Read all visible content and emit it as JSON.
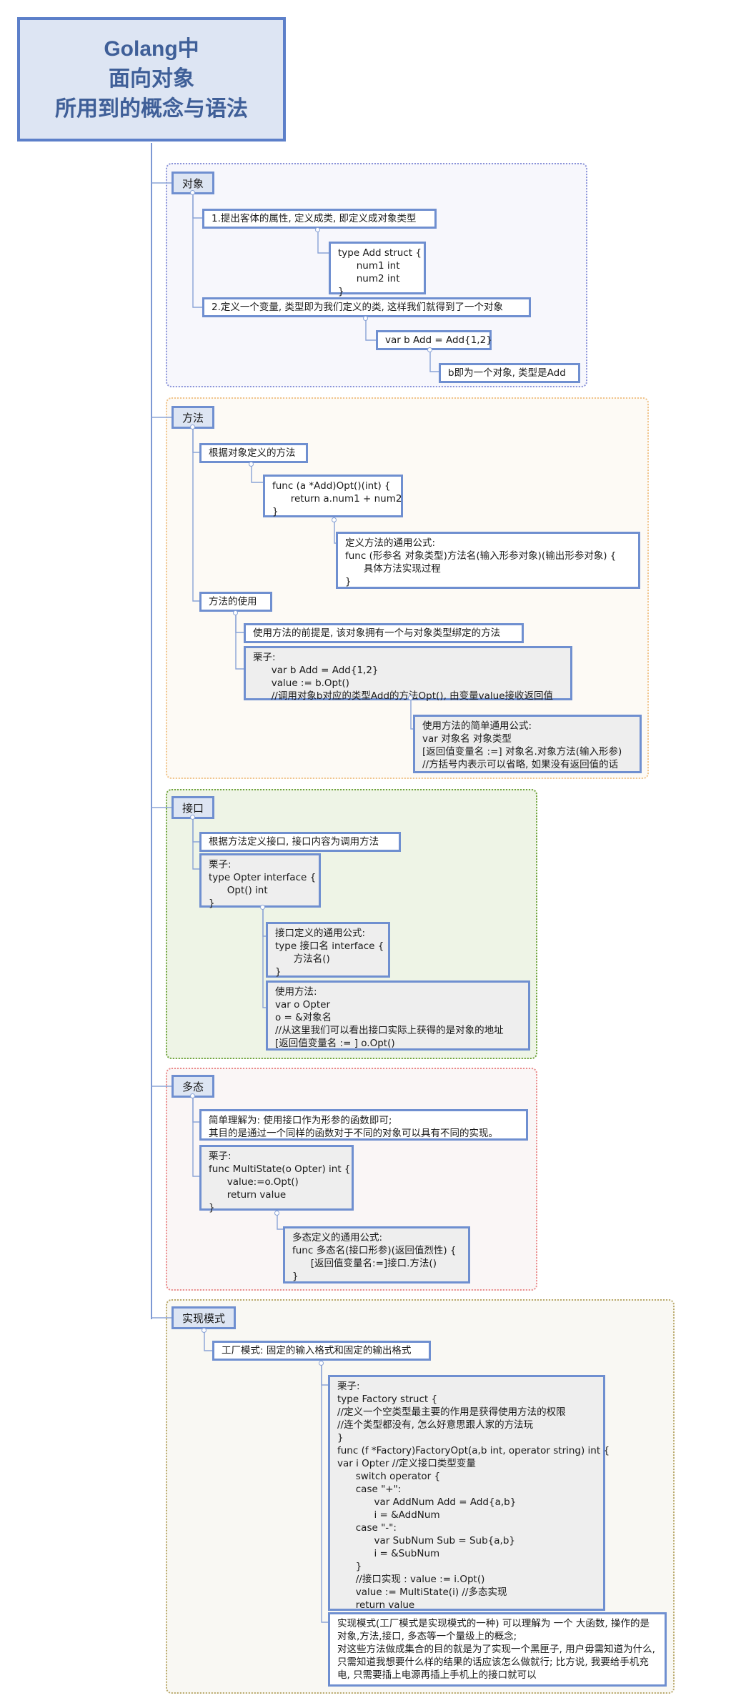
{
  "title": {
    "line1": "Golang中",
    "line2": "面向对象",
    "line3": "所用到的概念与语法"
  },
  "colors": {
    "object_group": "#f7f7fc",
    "object_border": "#8a93d9",
    "method_group": "#fdfaf5",
    "method_border": "#f0c38a",
    "interface_group": "#eef4e6",
    "interface_border": "#6fa33b",
    "poly_group": "#faf6f6",
    "poly_border": "#ea8a8a",
    "impl_group": "#f9f8f3",
    "impl_border": "#b9a86a",
    "node_border": "#6f8fd0",
    "title_text": "#3f5f98"
  },
  "sections": {
    "object": {
      "label": "对象",
      "n1": "1.提出客体的属性, 定义成类, 即定义成对象类型",
      "n2": "type Add struct {\n      num1 int\n      num2 int\n}",
      "n3": "2.定义一个变量, 类型即为我们定义的类, 这样我们就得到了一个对象",
      "n4": "var b Add = Add{1,2}",
      "n5": "b即为一个对象, 类型是Add"
    },
    "method": {
      "label": "方法",
      "n1": "根据对象定义的方法",
      "n2": "func (a *Add)Opt()(int) {\n      return a.num1 + num2\n}",
      "n3": "定义方法的通用公式:\nfunc (形参名 对象类型)方法名(输入形参对象)(输出形参对象) {\n      具体方法实现过程\n}",
      "n4": "方法的使用",
      "n5": "使用方法的前提是, 该对象拥有一个与对象类型绑定的方法",
      "n6": "栗子:\n      var b Add = Add{1,2}\n      value := b.Opt()\n      //调用对象b对应的类型Add的方法Opt(), 由变量value接收返回值",
      "n7": "使用方法的简单通用公式:\nvar 对象名 对象类型\n[返回值变量名 :=] 对象名.对象方法(输入形参)\n//方括号内表示可以省略, 如果没有返回值的话"
    },
    "interface": {
      "label": "接口",
      "n1": "根据方法定义接口, 接口内容为调用方法",
      "n2": "栗子:\ntype Opter interface {\n      Opt() int\n}",
      "n3": "接口定义的通用公式:\ntype 接口名 interface {\n      方法名()\n}",
      "n4": "使用方法:\nvar o Opter\no = &对象名\n//从这里我们可以看出接口实际上获得的是对象的地址\n[返回值变量名 := ] o.Opt()"
    },
    "poly": {
      "label": "多态",
      "n1": "简单理解为: 使用接口作为形参的函数即可;\n其目的是通过一个同样的函数对于不同的对象可以具有不同的实现。",
      "n2": "栗子:\nfunc MultiState(o Opter) int {\n      value:=o.Opt()\n      return value\n}",
      "n3": "多态定义的通用公式:\nfunc 多态名(接口形参)(返回值烈性) {\n      [返回值变量名:=]接口.方法()\n}"
    },
    "impl": {
      "label": "实现模式",
      "n1": "工厂模式: 固定的输入格式和固定的输出格式",
      "n2": "栗子:\ntype Factory struct {\n//定义一个空类型最主要的作用是获得使用方法的权限\n//连个类型都没有, 怎么好意思跟人家的方法玩\n}\nfunc (f *Factory)FactoryOpt(a,b int, operator string) int {\nvar i Opter //定义接口类型变量\n      switch operator {\n      case \"+\":\n            var AddNum Add = Add{a,b}\n            i = &AddNum\n      case \"-\":\n            var SubNum Sub = Sub{a,b}\n            i = &SubNum\n      }\n      //接口实现 : value := i.Opt()\n      value := MultiState(i) //多态实现\n      return value\n}",
      "n3": "实现模式(工厂模式是实现模式的一种) 可以理解为 一个 大函数, 操作的是对象,方法,接口, 多态等一个量级上的概念;\n对这些方法做成集合的目的就是为了实现一个黑匣子, 用户毋需知道为什么, 只需知道我想要什么样的结果的话应该怎么做就行; 比方说, 我要给手机充电, 只需要插上电源再插上手机上的接口就可以"
    }
  }
}
